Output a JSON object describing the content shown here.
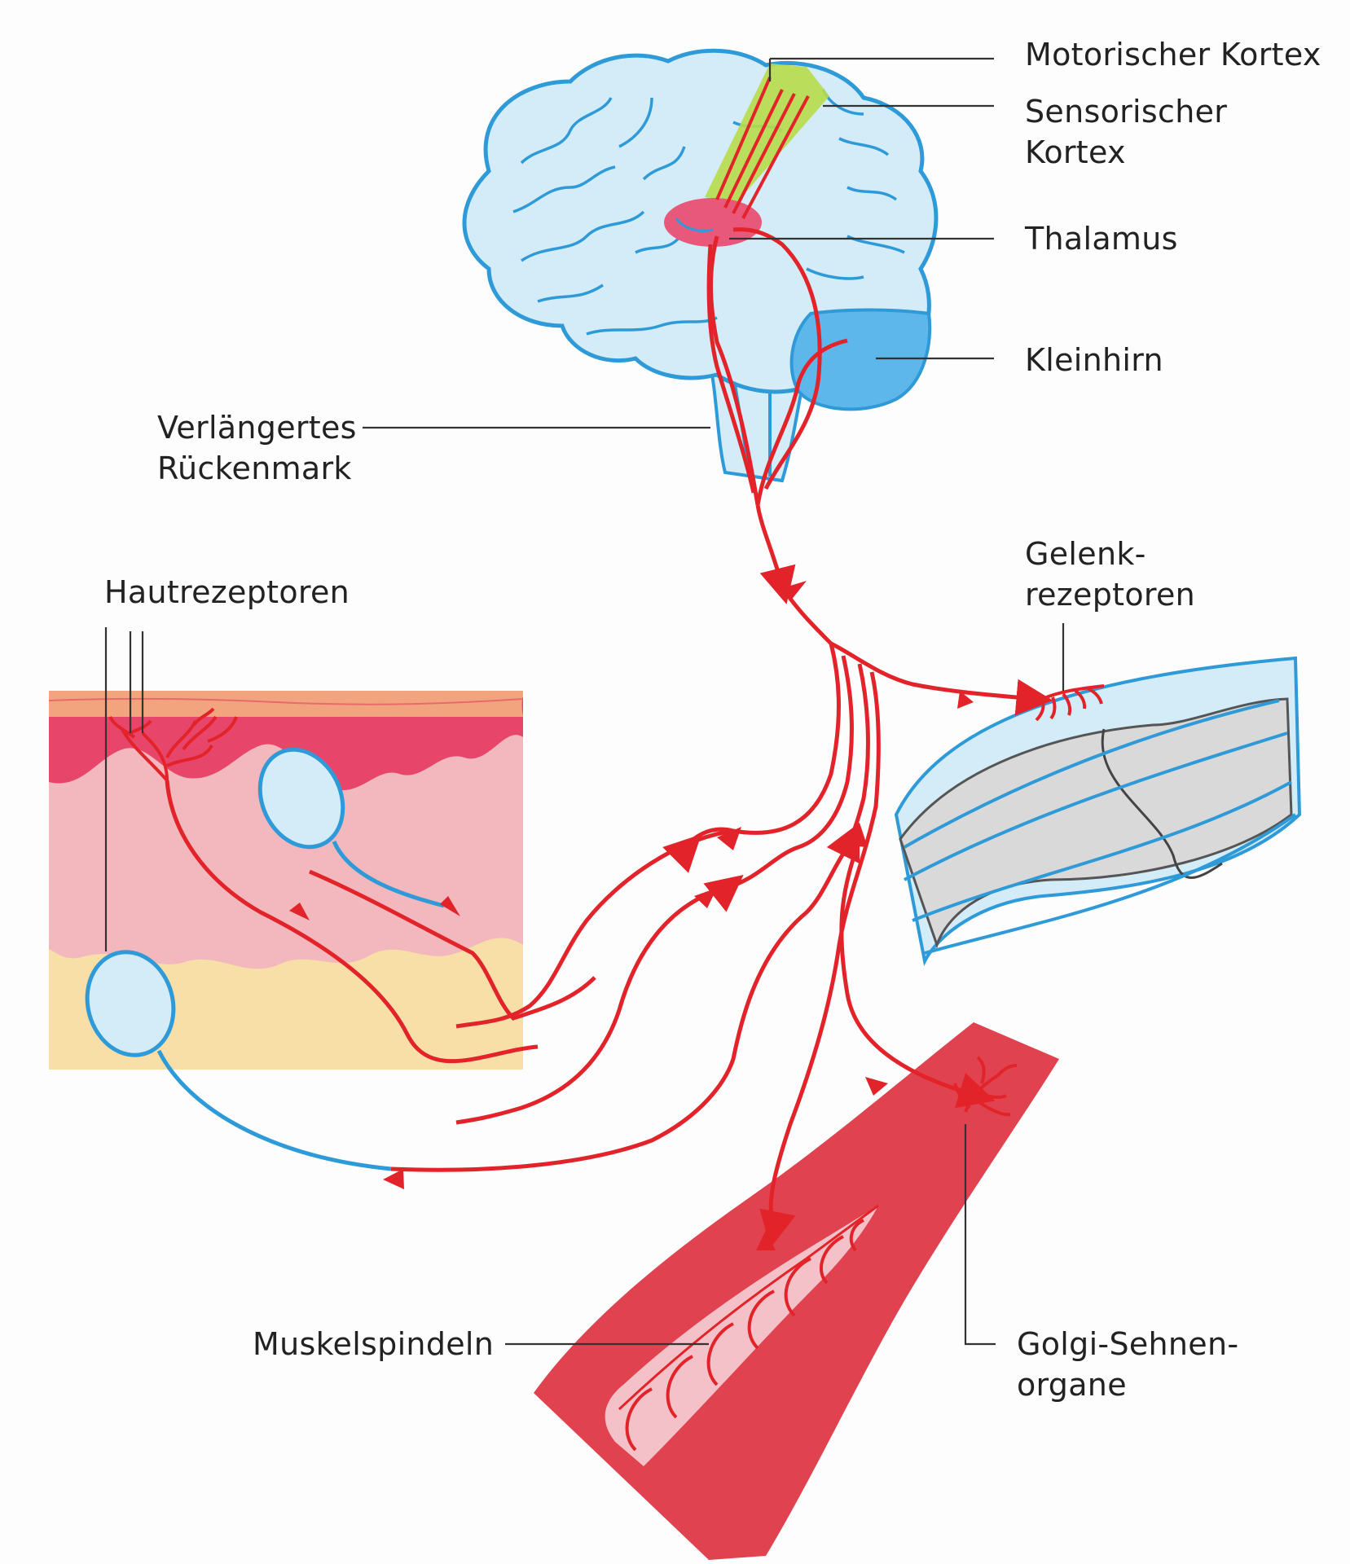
{
  "labels": {
    "motor_cortex": "Motorischer Kortex",
    "sensory_cortex_1": "Sensorischer",
    "sensory_cortex_2": "Kortex",
    "thalamus": "Thalamus",
    "cerebellum": "Kleinhirn",
    "medulla_1": "Verlängertes",
    "medulla_2": "Rückenmark",
    "joint_receptors_1": "Gelenk-",
    "joint_receptors_2": "rezeptoren",
    "skin_receptors": "Hautrezeptoren",
    "muscle_spindles": "Muskelspindeln",
    "golgi_1": "Golgi-Sehnen-",
    "golgi_2": "organe"
  },
  "colors": {
    "pathway": "#e3232a",
    "brain": "#d3ecf8",
    "brain_outline": "#2f9ad8",
    "cerebellum": "#5db7ea",
    "cortex_band": "#b7db4a",
    "thalamus": "#e8587a",
    "skin_top": "#e8456a",
    "dermis": "#f1b7bd",
    "subcutis": "#f6dca7",
    "muscle": "#e0434f",
    "joint_bone": "#d9d9d9"
  }
}
